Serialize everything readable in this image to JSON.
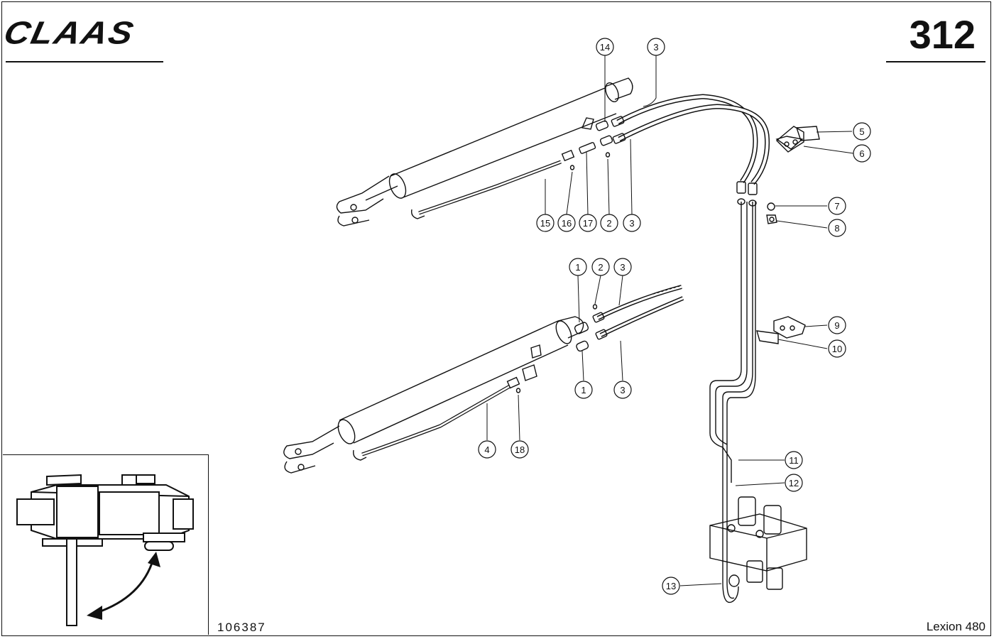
{
  "header": {
    "brand": "CLAAS",
    "page_number": "312"
  },
  "footer": {
    "drawing_number": "106387",
    "model": "Lexion 480"
  },
  "callouts": [
    "14",
    "3",
    "5",
    "6",
    "7",
    "8",
    "15",
    "16",
    "17",
    "2",
    "3",
    "1",
    "2",
    "3",
    "9",
    "10",
    "1",
    "3",
    "4",
    "18",
    "11",
    "12",
    "13"
  ]
}
